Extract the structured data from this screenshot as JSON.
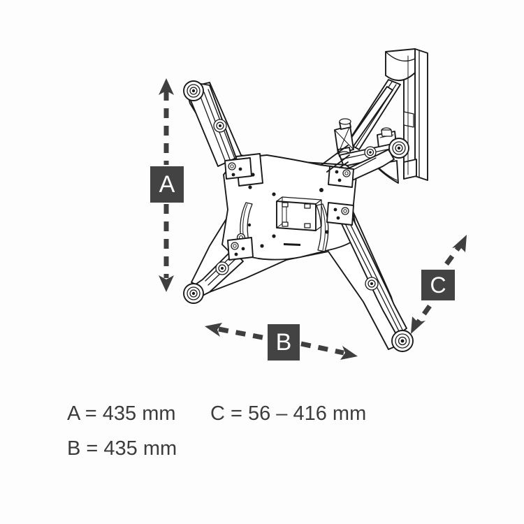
{
  "product": {
    "type": "tv-wall-mount-technical-drawing",
    "description": "Full-motion articulating TV wall mount bracket, isometric line drawing with dimension callouts"
  },
  "colors": {
    "background": "#fdfdfd",
    "line": "#1a1a1a",
    "label_box": "#434343",
    "label_text": "#ffffff",
    "legend_text": "#3c3c3c",
    "arrow": "#3f3f3f"
  },
  "dimensions": {
    "a": {
      "label": "A",
      "name": "height-dimension",
      "orientation": "vertical"
    },
    "b": {
      "label": "B",
      "name": "width-dimension",
      "orientation": "horizontal"
    },
    "c": {
      "label": "C",
      "name": "depth-dimension",
      "orientation": "diagonal"
    }
  },
  "legend": {
    "rows": [
      {
        "left": "A = 435 mm",
        "right": "C = 56 – 416 mm"
      },
      {
        "left": "B = 435 mm",
        "right": ""
      }
    ]
  },
  "chart_data": {
    "type": "table",
    "title": "",
    "categories": [
      "A",
      "B",
      "C"
    ],
    "values": [
      435,
      435,
      416
    ],
    "rows": [
      {
        "key": "A",
        "text": "A = 435 mm",
        "min": 435,
        "max": 435,
        "unit": "mm"
      },
      {
        "key": "B",
        "text": "B = 435 mm",
        "min": 435,
        "max": 435,
        "unit": "mm"
      },
      {
        "key": "C",
        "text": "C = 56 – 416 mm",
        "min": 56,
        "max": 416,
        "unit": "mm"
      }
    ],
    "xlabel": "",
    "ylabel": ""
  }
}
